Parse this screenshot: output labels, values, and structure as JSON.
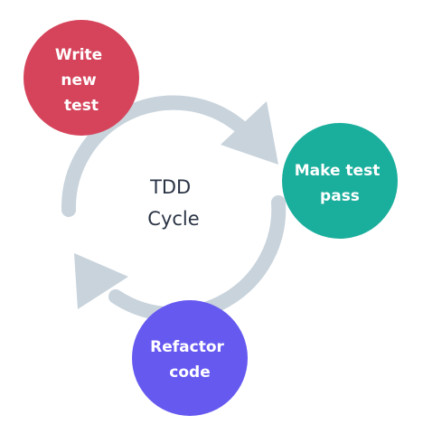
{
  "title": {
    "lines": [
      "TDD",
      "Cycle"
    ]
  },
  "colors": {
    "arrow": "#c8d3dc",
    "write_test": "#d5445b",
    "make_pass": "#1aae9c",
    "refactor": "#6659f0",
    "title_text": "#2b3445",
    "node_text": "#ffffff"
  },
  "nodes": {
    "write_test": {
      "lines": [
        "Write",
        "new",
        "test"
      ]
    },
    "make_pass": {
      "lines": [
        "Make test",
        "pass"
      ]
    },
    "refactor": {
      "lines": [
        "Refactor",
        "code"
      ]
    }
  }
}
